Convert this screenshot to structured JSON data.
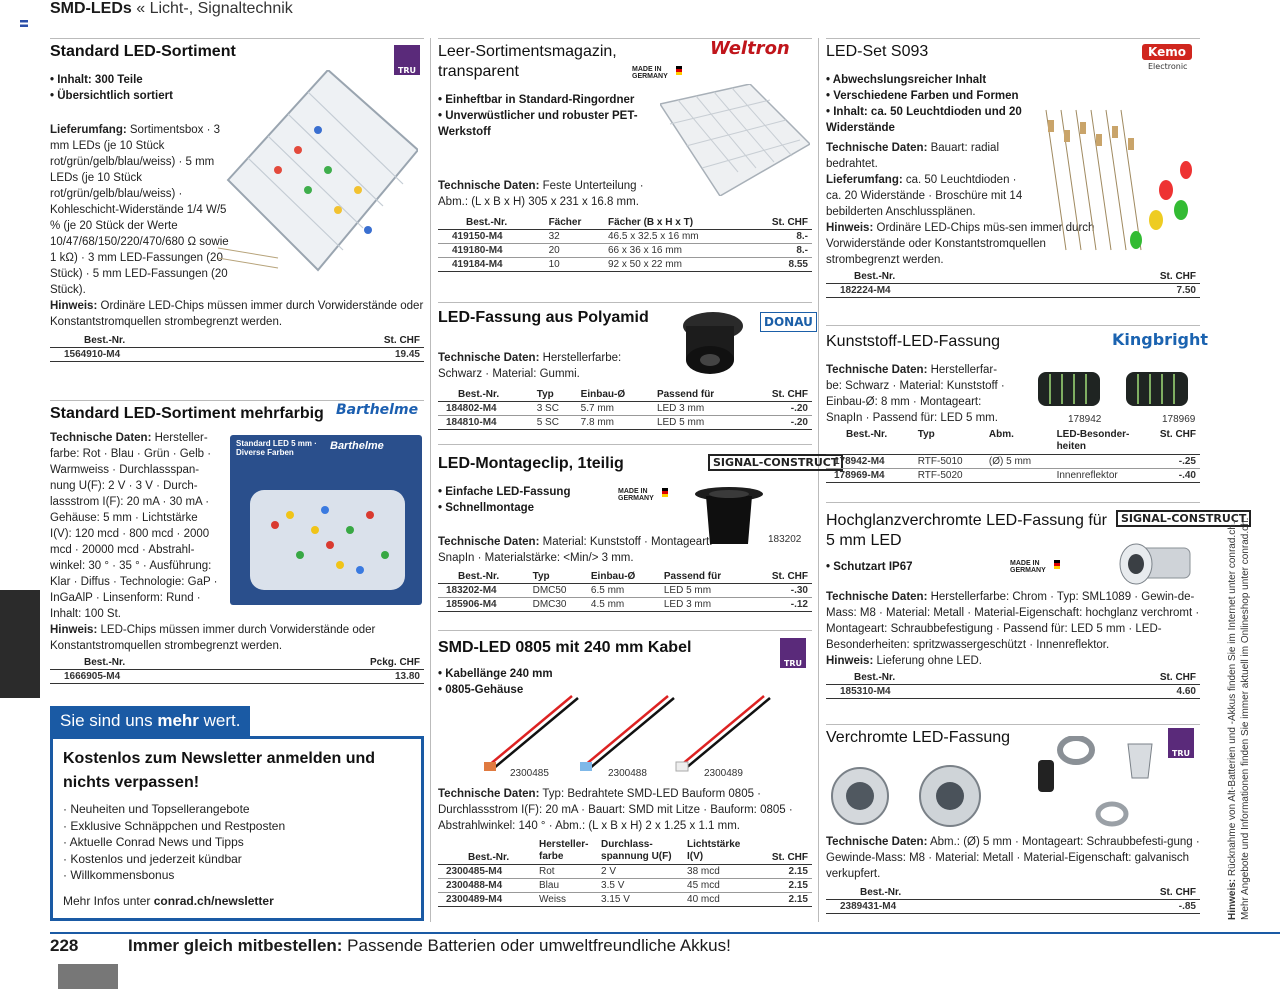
{
  "header": {
    "title": "SMD-LEDs",
    "subtitle": "« Licht-, Signaltechnik"
  },
  "col1": {
    "s1": {
      "title": "Standard LED-Sortiment",
      "bullets": [
        "Inhalt: 300 Teile",
        "Übersichtlich sortiert"
      ],
      "body_label": "Lieferumfang:",
      "body": "Sortimentsbox · 3 mm LEDs (je 10 Stück rot/grün/gelb/blau/weiss) · 5 mm LEDs (je 10 Stück rot/grün/gelb/blau/weiss) · Kohleschicht-Widerstände 1/4 W/5 % (je 20 Stück der Werte 10/47/68/150/220/470/680 Ω sowie 1 kΩ) · 3 mm LED-Fassungen (20 Stück) · 5 mm LED-Fassungen (20 Stück).",
      "note_label": "Hinweis:",
      "note": "Ordinäre LED-Chips müssen immer durch Vorwiderstände oder Konstantstromquellen strombegrenzt werden.",
      "th": [
        "Best.-Nr.",
        "St. CHF"
      ],
      "rows": [
        [
          "1564910-M4",
          "19.45"
        ]
      ],
      "logo": "TRU"
    },
    "s2": {
      "title": "Standard LED-Sortiment mehrfarbig",
      "logo": "Barthelme",
      "body_label": "Technische Daten:",
      "body": "Hersteller-farbe: Rot · Blau · Grün · Gelb · Warmweiss · Durchlassspan-nung U(F): 2 V · 3 V · Durch-lassstrom I(F): 20 mA · 30 mA · Gehäuse: 5 mm · Lichtstärke I(V): 120 mcd · 800 mcd · 2000 mcd · 20000 mcd · Abstrahl-winkel: 30 ° · 35 ° · Ausführung: Klar · Diffus · Technologie: GaP · InGaAlP · Linsenform: Rund · Inhalt: 100 St.",
      "note_label": "Hinweis:",
      "note": "LED-Chips müssen immer durch Vorwiderstände oder Konstantstromquellen strombegrenzt werden.",
      "box_label": "Standard LED 5 mm · Diverse Farben",
      "th": [
        "Best.-Nr.",
        "Pckg. CHF"
      ],
      "rows": [
        [
          "1666905-M4",
          "13.80"
        ]
      ]
    },
    "promo": {
      "tag_pre": "Sie sind uns ",
      "tag_bold": "mehr",
      "tag_post": " wert.",
      "title": "Kostenlos zum Newsletter anmelden und nichts verpassen!",
      "items": [
        "Neuheiten und Topsellerangebote",
        "Exklusive Schnäppchen und Restposten",
        "Aktuelle Conrad News und Tipps",
        "Kostenlos und jederzeit kündbar",
        "Willkommensbonus"
      ],
      "foot_pre": "Mehr Infos unter ",
      "foot_link": "conrad.ch/newsletter"
    }
  },
  "col2": {
    "s1": {
      "title": "Leer-Sortimentsmagazin, transparent",
      "logo": "Weltron",
      "made_in": "MADE IN GERMANY",
      "bullets": [
        "Einheftbar in Standard-Ringordner",
        "Unverwüstlicher und robuster PET-Werkstoff"
      ],
      "body_label": "Technische Daten:",
      "body": "Feste Unterteilung · Abm.: (L x B x H) 305 x 231 x 16.8 mm.",
      "th": [
        "Best.-Nr.",
        "Fächer",
        "Fächer (B x H x T)",
        "St. CHF"
      ],
      "rows": [
        [
          "419150-M4",
          "32",
          "46.5 x 32.5 x 16 mm",
          "8.-"
        ],
        [
          "419180-M4",
          "20",
          "66 x 36 x 16 mm",
          "8.-"
        ],
        [
          "419184-M4",
          "10",
          "92 x 50 x 22 mm",
          "8.55"
        ]
      ]
    },
    "s2": {
      "title": "LED-Fassung aus Polyamid",
      "logo": "DONAU",
      "body_label": "Technische Daten:",
      "body": "Herstellerfarbe: Schwarz · Material: Gummi.",
      "th": [
        "Best.-Nr.",
        "Typ",
        "Einbau-Ø",
        "Passend für",
        "St. CHF"
      ],
      "rows": [
        [
          "184802-M4",
          "3 SC",
          "5.7 mm",
          "LED 3 mm",
          "-.20"
        ],
        [
          "184810-M4",
          "5 SC",
          "7.8 mm",
          "LED 5 mm",
          "-.20"
        ]
      ]
    },
    "s3": {
      "title": "LED-Montageclip, 1teilig",
      "logo": "SIGNAL-CONSTRUCT",
      "made_in": "MADE IN GERMANY",
      "bullets": [
        "Einfache LED-Fassung",
        "Schnellmontage"
      ],
      "artno": "183202",
      "body_label": "Technische Daten:",
      "body": "Material: Kunststoff · Montageart: SnapIn · Materialstärke: <Min/> 3 mm.",
      "th": [
        "Best.-Nr.",
        "Typ",
        "Einbau-Ø",
        "Passend für",
        "St. CHF"
      ],
      "rows": [
        [
          "183202-M4",
          "DMC50",
          "6.5 mm",
          "LED 5 mm",
          "-.30"
        ],
        [
          "185906-M4",
          "DMC30",
          "4.5 mm",
          "LED 3 mm",
          "-.12"
        ]
      ]
    },
    "s4": {
      "title": "SMD-LED 0805 mit 240 mm Kabel",
      "logo": "TRU",
      "bullets": [
        "Kabellänge 240 mm",
        "0805-Gehäuse"
      ],
      "artnos": [
        "2300485",
        "2300488",
        "2300489"
      ],
      "body_label": "Technische Daten:",
      "body": "Typ: Bedrahtete SMD-LED Bauform 0805 · Durchlassstrom I(F): 20 mA · Bauart: SMD mit Litze · Bauform: 0805 · Abstrahlwinkel: 140 ° · Abm.: (L x B x H) 2 x 1.25 x 1.1 mm.",
      "th": [
        "Best.-Nr.",
        "Hersteller-farbe",
        "Durchlass-spannung U(F)",
        "Lichtstärke I(V)",
        "St. CHF"
      ],
      "rows": [
        [
          "2300485-M4",
          "Rot",
          "2 V",
          "38 mcd",
          "2.15"
        ],
        [
          "2300488-M4",
          "Blau",
          "3.5 V",
          "45 mcd",
          "2.15"
        ],
        [
          "2300489-M4",
          "Weiss",
          "3.15 V",
          "40 mcd",
          "2.15"
        ]
      ]
    }
  },
  "col3": {
    "s1": {
      "title": "LED-Set S093",
      "logo": "Kemo",
      "logo_sub": "Electronic",
      "bullets": [
        "Abwechslungsreicher Inhalt",
        "Verschiedene Farben und Formen",
        "Inhalt: ca. 50 Leuchtdioden und 20 Widerstände"
      ],
      "body_label": "Technische Daten:",
      "body": "Bauart: radial bedrahtet.",
      "body2_label": "Lieferumfang:",
      "body2": "ca. 50 Leuchtdioden · ca. 20 Widerstände · Broschüre mit 14 bebilderten Anschlussplänen.",
      "note_label": "Hinweis:",
      "note": "Ordinäre LED-Chips müs-sen immer durch Vorwiderstände oder Konstantstromquellen strombegrenzt werden.",
      "th": [
        "Best.-Nr.",
        "St. CHF"
      ],
      "rows": [
        [
          "182224-M4",
          "7.50"
        ]
      ]
    },
    "s2": {
      "title": "Kunststoff-LED-Fassung",
      "logo": "Kingbright",
      "artnos": [
        "178942",
        "178969"
      ],
      "body_label": "Technische Daten:",
      "body": "Herstellerfar-be: Schwarz · Material: Kunststoff · Einbau-Ø: 8 mm · Montageart: SnapIn · Passend für: LED 5 mm.",
      "th": [
        "Best.-Nr.",
        "Typ",
        "Abm.",
        "LED-Besonder-heiten",
        "St. CHF"
      ],
      "rows": [
        [
          "178942-M4",
          "RTF-5010",
          "(Ø) 5 mm",
          "",
          "-.25"
        ],
        [
          "178969-M4",
          "RTF-5020",
          "",
          "Innenreflektor",
          "-.40"
        ]
      ]
    },
    "s3": {
      "title": "Hochglanzverchromte LED-Fassung für 5 mm LED",
      "logo": "SIGNAL-CONSTRUCT",
      "made_in": "MADE IN GERMANY",
      "bullets": [
        "Schutzart IP67"
      ],
      "body_label": "Technische Daten:",
      "body": "Herstellerfarbe: Chrom · Typ: SML1089 · Gewin-de-Mass: M8 · Material: Metall · Material-Eigenschaft: hochglanz verchromt · Montageart: Schraubbefestigung · Passend für: LED 5 mm · LED-Besonderheiten: spritzwassergeschützt · Innenreflektor.",
      "note_label": "Hinweis:",
      "note": "Lieferung ohne LED.",
      "th": [
        "Best.-Nr.",
        "St. CHF"
      ],
      "rows": [
        [
          "185310-M4",
          "4.60"
        ]
      ]
    },
    "s4": {
      "title": "Verchromte LED-Fassung",
      "logo": "TRU",
      "body_label": "Technische Daten:",
      "body": "Abm.: (Ø) 5 mm · Montageart: Schraubbefesti-gung · Gewinde-Mass: M8 · Material: Metall · Material-Eigenschaft: galvanisch verkupfert.",
      "th": [
        "Best.-Nr.",
        "St. CHF"
      ],
      "rows": [
        [
          "2389431-M4",
          "-.85"
        ]
      ]
    }
  },
  "side_note": {
    "label": "Hinweis:",
    "line1": "Rücknahme von Alt-Batterien und -Akkus finden Sie im Internet unter conrad.ch.",
    "line2": "Mehr Angebote und Informationen finden Sie immer aktuell im Onlineshop unter conrad.ch."
  },
  "footer": {
    "page": "228",
    "bold": "Immer gleich mitbestellen:",
    "text": " Passende Batterien oder umweltfreundliche Akkus!"
  },
  "colors": {
    "accent_blue": "#1a5aa4",
    "tru_purple": "#5a2a7a",
    "weltron_red": "#c0151b",
    "kemo_red": "#d0261e"
  }
}
